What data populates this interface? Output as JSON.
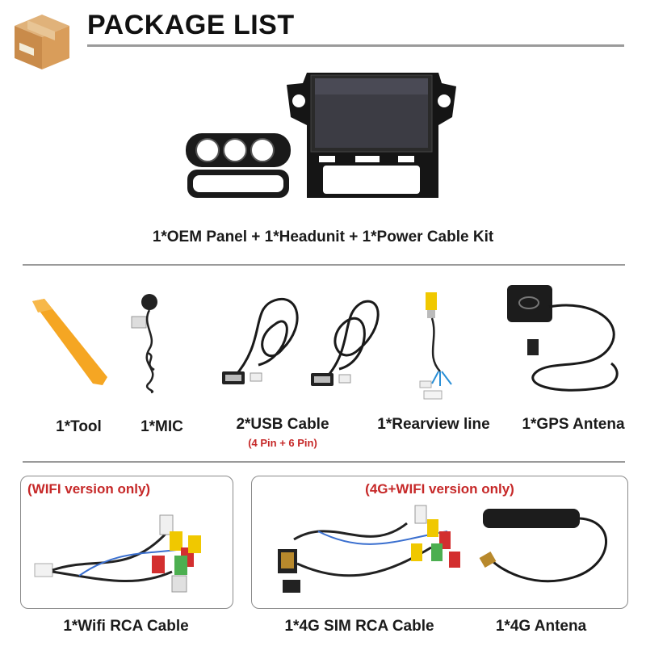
{
  "header": {
    "title": "PACKAGE LIST",
    "icon": "package-box-icon"
  },
  "main_item": {
    "caption": "1*OEM Panel + 1*Headunit + 1*Power Cable Kit"
  },
  "accessories": [
    {
      "caption": "1*Tool",
      "icon": "pry-tool-icon"
    },
    {
      "caption": "1*MIC",
      "icon": "microphone-icon"
    },
    {
      "caption": "2*USB Cable",
      "note": "(4 Pin + 6 Pin)",
      "icon": "usb-cable-icon"
    },
    {
      "caption": "1*Rearview line",
      "icon": "rca-cable-icon"
    },
    {
      "caption": "1*GPS Antena",
      "icon": "gps-antenna-icon"
    }
  ],
  "wifi_group": {
    "label": "(WIFI version only)",
    "caption": "1*Wifi RCA Cable"
  },
  "lte_group": {
    "label": "(4G+WIFI version only)",
    "sim_caption": "1*4G SIM RCA Cable",
    "antenna_caption": "1*4G Antena"
  },
  "colors": {
    "accent_red": "#c62828",
    "rule_gray": "#9a9a9a",
    "tool_orange": "#f5a623"
  }
}
